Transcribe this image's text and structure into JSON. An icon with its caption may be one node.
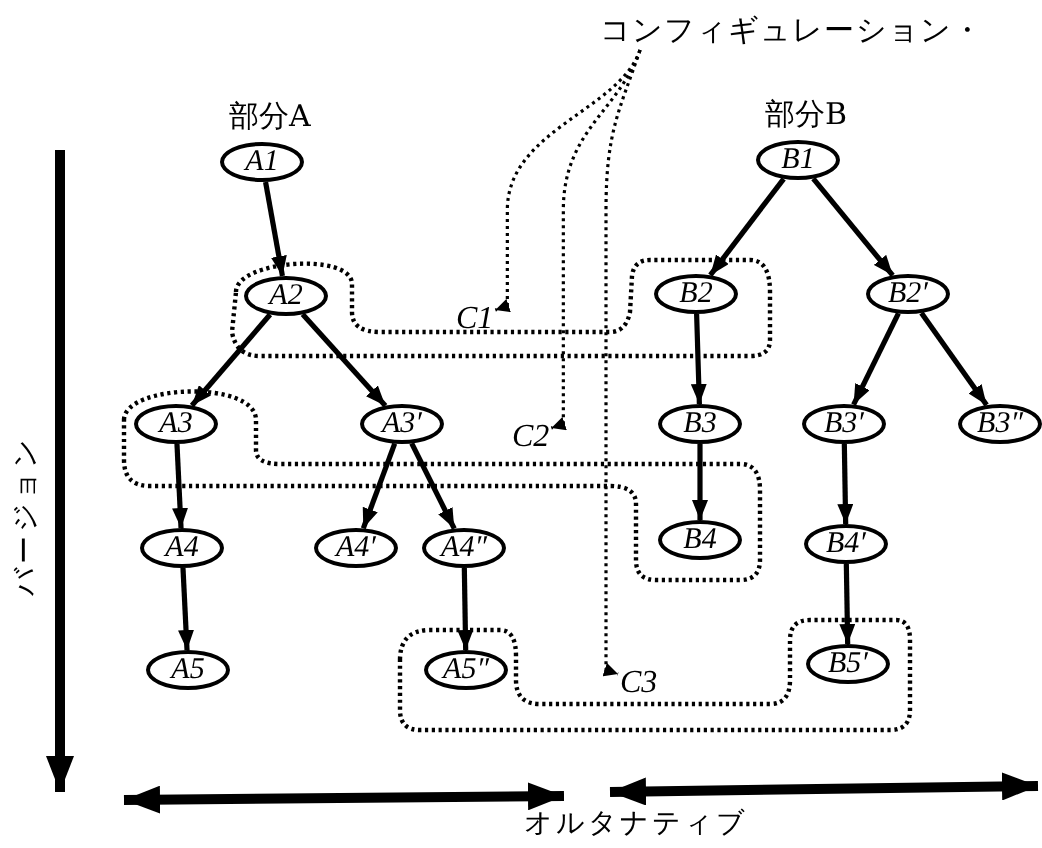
{
  "diagram": {
    "nodes": [
      {
        "text": [
          "コンフィギュレーション・"
        ]
      },
      {
        "text": [
          "A1"
        ],
        "beside": [
          "部分A"
        ]
      },
      {
        "text": [
          "A2"
        ]
      },
      {
        "text": [
          "A3"
        ]
      },
      {
        "text": [
          "A3′"
        ]
      },
      {
        "text": [
          "A4"
        ]
      },
      {
        "text": [
          "A4′"
        ]
      },
      {
        "text": [
          "A4″"
        ]
      },
      {
        "text": [
          "A5"
        ]
      },
      {
        "text": [
          "A5″"
        ]
      },
      {
        "text": [
          "B1"
        ],
        "beside": [
          "部分B"
        ]
      },
      {
        "text": [
          "B2"
        ]
      },
      {
        "text": [
          "B2′"
        ]
      },
      {
        "text": [
          "B3"
        ]
      },
      {
        "text": [
          "B3′"
        ]
      },
      {
        "text": [
          "B3″"
        ]
      },
      {
        "text": [
          "B4"
        ]
      },
      {
        "text": [
          "B4′"
        ]
      },
      {
        "text": [
          "B5′"
        ]
      },
      {
        "text": [
          "C1"
        ]
      },
      {
        "text": [
          "C2"
        ]
      },
      {
        "text": [
          "C3"
        ]
      }
    ],
    "edges": [
      {
        "from": 1,
        "to": 2,
        "arrow": "to"
      },
      {
        "from": 2,
        "to": 3,
        "arrow": "to"
      },
      {
        "from": 2,
        "to": 4,
        "arrow": "to"
      },
      {
        "from": 3,
        "to": 5,
        "arrow": "to"
      },
      {
        "from": 5,
        "to": 8,
        "arrow": "to"
      },
      {
        "from": 4,
        "to": 6,
        "arrow": "to"
      },
      {
        "from": 4,
        "to": 7,
        "arrow": "to"
      },
      {
        "from": 7,
        "to": 9,
        "arrow": "to"
      },
      {
        "from": 10,
        "to": 11,
        "arrow": "to"
      },
      {
        "from": 10,
        "to": 12,
        "arrow": "to"
      },
      {
        "from": 11,
        "to": 13,
        "arrow": "to"
      },
      {
        "from": 13,
        "to": 16,
        "arrow": "to"
      },
      {
        "from": 12,
        "to": 14,
        "arrow": "to"
      },
      {
        "from": 12,
        "to": 15,
        "arrow": "to"
      },
      {
        "from": 14,
        "to": 17,
        "arrow": "to"
      },
      {
        "from": 17,
        "to": 18,
        "arrow": "to"
      },
      {
        "from": 0,
        "to": 19,
        "arrow": "to",
        "style": "dashed"
      },
      {
        "from": 0,
        "to": 20,
        "arrow": "to",
        "style": "dashed"
      },
      {
        "from": 0,
        "to": 21,
        "arrow": "to",
        "style": "dashed"
      }
    ],
    "labels": [
      "バージョン",
      "オルタナティブ"
    ]
  }
}
